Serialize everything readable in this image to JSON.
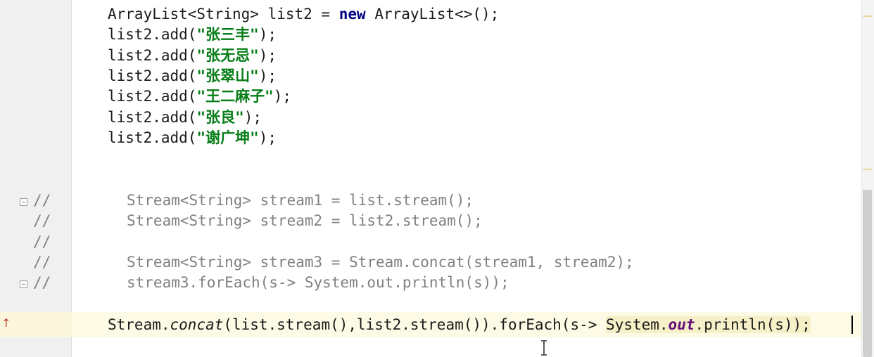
{
  "editor": {
    "code_lines": [
      {
        "parts": [
          {
            "t": "ArrayList<String> list2 = ",
            "c": ""
          },
          {
            "t": "new",
            "c": "kw"
          },
          {
            "t": " ArrayList<>();",
            "c": ""
          }
        ]
      },
      {
        "parts": [
          {
            "t": "list2.add(",
            "c": ""
          },
          {
            "t": "\"张三丰\"",
            "c": "str"
          },
          {
            "t": ");",
            "c": ""
          }
        ]
      },
      {
        "parts": [
          {
            "t": "list2.add(",
            "c": ""
          },
          {
            "t": "\"张无忌\"",
            "c": "str"
          },
          {
            "t": ");",
            "c": ""
          }
        ]
      },
      {
        "parts": [
          {
            "t": "list2.add(",
            "c": ""
          },
          {
            "t": "\"张翠山\"",
            "c": "str"
          },
          {
            "t": ");",
            "c": ""
          }
        ]
      },
      {
        "parts": [
          {
            "t": "list2.add(",
            "c": ""
          },
          {
            "t": "\"王二麻子\"",
            "c": "str"
          },
          {
            "t": ");",
            "c": ""
          }
        ]
      },
      {
        "parts": [
          {
            "t": "list2.add(",
            "c": ""
          },
          {
            "t": "\"张良\"",
            "c": "str"
          },
          {
            "t": ");",
            "c": ""
          }
        ]
      },
      {
        "parts": [
          {
            "t": "list2.add(",
            "c": ""
          },
          {
            "t": "\"谢广坤\"",
            "c": "str"
          },
          {
            "t": ");",
            "c": ""
          }
        ]
      }
    ],
    "comment_lines": [
      {
        "mark": "//",
        "code": "Stream<String> stream1 = list.stream();"
      },
      {
        "mark": "//",
        "code": "Stream<String> stream2 = list2.stream();"
      },
      {
        "mark": "//",
        "code": ""
      },
      {
        "mark": "//",
        "code": "Stream<String> stream3 = Stream.concat(stream1, stream2);"
      },
      {
        "mark": "//",
        "code": "stream3.forEach(s-> System.out.println(s));"
      }
    ],
    "current_line": {
      "prefix": "Stream.",
      "method": "concat",
      "middle": "(list.stream(),list2.stream()).forEach(s-> ",
      "system": "System.",
      "field": "out",
      "suffix": ".println(s));"
    },
    "gutter_arrow": "↑",
    "colors": {
      "keyword": "#000080",
      "string": "#067d17",
      "comment": "#808080",
      "current_line_bg": "#fdfbe6"
    }
  }
}
